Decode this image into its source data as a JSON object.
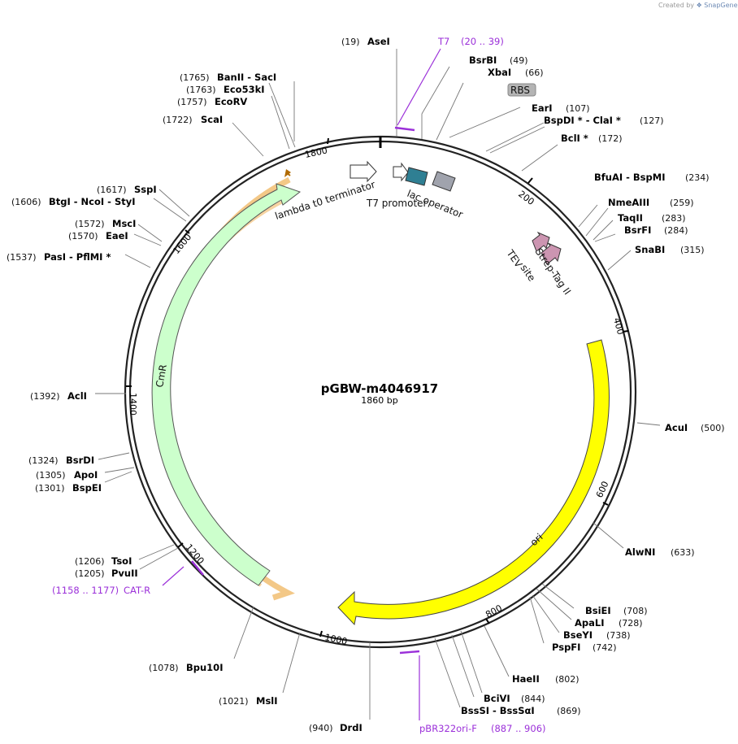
{
  "credit": {
    "prefix": "Created by",
    "brand": "SnapGene"
  },
  "plasmid": {
    "name": "pGBW-m4046917",
    "length_label": "1860 bp"
  },
  "ticks": [
    "200",
    "400",
    "600",
    "800",
    "1000",
    "1200",
    "1400",
    "1600",
    "1800"
  ],
  "enzymes": [
    {
      "pos": "(19)",
      "name": "AseI"
    },
    {
      "pos": "(49)",
      "name": "BsrBI"
    },
    {
      "pos": "(66)",
      "name": "XbaI"
    },
    {
      "pos": "(107)",
      "name": "EarI"
    },
    {
      "pos": "(127)",
      "name": "BspDI * - ClaI *"
    },
    {
      "pos": "(172)",
      "name": "BclI *"
    },
    {
      "pos": "(234)",
      "name": "BfuAI - BspMI"
    },
    {
      "pos": "(259)",
      "name": "NmeAIII"
    },
    {
      "pos": "(283)",
      "name": "TaqII"
    },
    {
      "pos": "(284)",
      "name": "BsrFI"
    },
    {
      "pos": "(315)",
      "name": "SnaBI"
    },
    {
      "pos": "(500)",
      "name": "AcuI"
    },
    {
      "pos": "(633)",
      "name": "AlwNI"
    },
    {
      "pos": "(708)",
      "name": "BsiEI"
    },
    {
      "pos": "(728)",
      "name": "ApaLI"
    },
    {
      "pos": "(738)",
      "name": "BseYI"
    },
    {
      "pos": "(742)",
      "name": "PspFI"
    },
    {
      "pos": "(802)",
      "name": "HaeII"
    },
    {
      "pos": "(844)",
      "name": "BciVI"
    },
    {
      "pos": "(869)",
      "name": "BssSI - BssSαI"
    },
    {
      "pos": "(940)",
      "name": "DrdI"
    },
    {
      "pos": "(1021)",
      "name": "MslI"
    },
    {
      "pos": "(1078)",
      "name": "Bpu10I"
    },
    {
      "pos": "(1205)",
      "name": "PvuII"
    },
    {
      "pos": "(1206)",
      "name": "TsoI"
    },
    {
      "pos": "(1301)",
      "name": "BspEI"
    },
    {
      "pos": "(1305)",
      "name": "ApoI"
    },
    {
      "pos": "(1324)",
      "name": "BsrDI"
    },
    {
      "pos": "(1392)",
      "name": "AclI"
    },
    {
      "pos": "(1537)",
      "name": "PasI - PflMI *"
    },
    {
      "pos": "(1570)",
      "name": "EaeI"
    },
    {
      "pos": "(1572)",
      "name": "MscI"
    },
    {
      "pos": "(1606)",
      "name": "BtgI - NcoI - StyI"
    },
    {
      "pos": "(1617)",
      "name": "SspI"
    },
    {
      "pos": "(1722)",
      "name": "ScaI"
    },
    {
      "pos": "(1757)",
      "name": "EcoRV"
    },
    {
      "pos": "(1763)",
      "name": "Eco53kI"
    },
    {
      "pos": "(1765)",
      "name": "BanII - SacI"
    }
  ],
  "primers": [
    {
      "name": "T7",
      "range": "(20 .. 39)"
    },
    {
      "name": "pBR322ori-F",
      "range": "(887 .. 906)"
    },
    {
      "name": "CAT-R",
      "range": "(1158 .. 1177)"
    }
  ],
  "features": {
    "rbs": "RBS",
    "lambda_t0": "lambda t0 terminator",
    "t7_promoter": "T7 promoter",
    "lac_operator": "lac operator",
    "tev_site_1": "TEV",
    "tev_site_2": "site",
    "strep_tag": "Strep-Tag II",
    "ori": "ori",
    "cmr": "CmR"
  },
  "colors": {
    "primer": "#9b30d9",
    "ori": "#ffff00",
    "cmr": "#ccffcc",
    "cmr_highlight": "#f2c27a",
    "lac_operator": "#2f7f93",
    "t7_promoter_grey": "#a0a3ad",
    "strep_tag": "#cc95b1",
    "rbs_box": "#b4b4b4"
  }
}
